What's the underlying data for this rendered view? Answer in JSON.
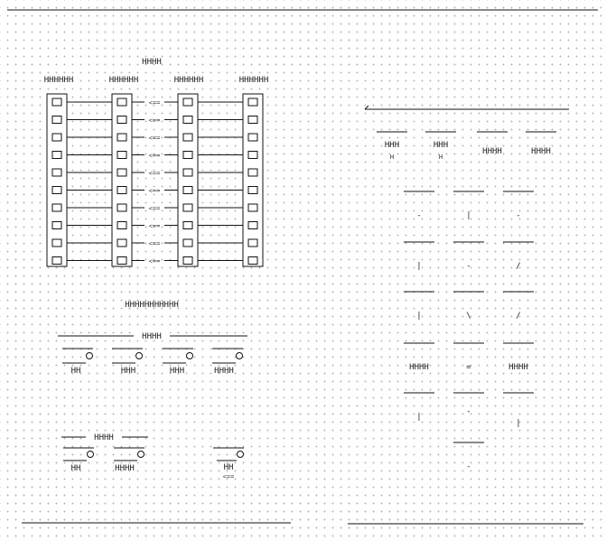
{
  "connector_diagram": {
    "title": "HHHH",
    "column_labels": [
      "HHHHHH",
      "HHHHHH",
      "HHHHHH",
      "HHHHHH"
    ],
    "pin_count": 10,
    "pair_labels": [
      "<==",
      "<==",
      "<==",
      "<==",
      "<==",
      "<==",
      "<==",
      "<==",
      "<==",
      "<=="
    ]
  },
  "section_titles": {
    "interface": "HHHHHHHHHHH",
    "group_a": "HHHH",
    "group_b": "HHHH"
  },
  "group_a_labels": [
    "HH",
    "HHH",
    "HHH",
    "HHHH"
  ],
  "group_b_labels": [
    "HH",
    "HHHH"
  ],
  "misc": {
    "line1": "HH",
    "line2": "<=="
  },
  "table": {
    "headers": [
      [
        "HHH",
        "H"
      ],
      [
        "HHH",
        "H"
      ],
      [
        "HHHH"
      ],
      [
        "HHHH"
      ]
    ],
    "cells": [
      [
        "-",
        "|",
        "-"
      ],
      [
        "|",
        "-",
        "/"
      ],
      [
        "|",
        "\\",
        "/"
      ],
      [
        "HHHH",
        "=",
        "HHHH"
      ],
      [
        "|",
        "-",
        "|"
      ],
      [
        "",
        "-",
        ""
      ]
    ]
  }
}
